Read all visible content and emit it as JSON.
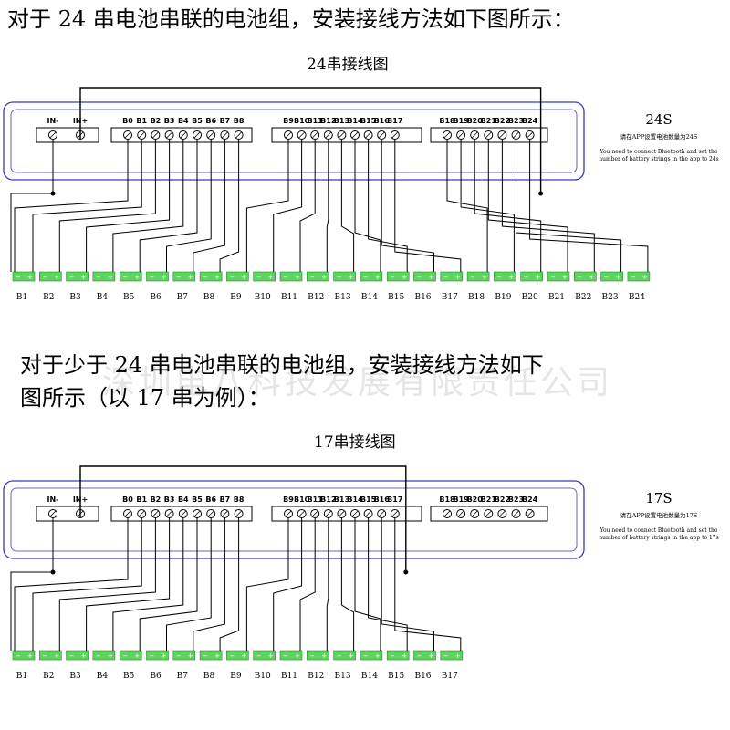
{
  "heading_24": "对于 24 串电池串联的电池组，安装接线方法如下图所示：",
  "heading_17_line1": "对于少于 24 串电池串联的电池组，安装接线方法如下",
  "heading_17_line2": "图所示（以 17 串为例）：",
  "watermark": "深圳电八科技发展有限责任公司",
  "diagrams": [
    {
      "title": "24串接线图",
      "badge": "24S",
      "note_cn": "请在APP设置电池数量为24S",
      "note_en_1": "You need to connect Bluetooth and set the",
      "note_en_2": "number of battery strings in the app to 24s",
      "series": 24
    },
    {
      "title": "17串接线图",
      "badge": "17S",
      "note_cn": "请在APP设置电池数量为17S",
      "note_en_1": "You need to connect Bluetooth and set the",
      "note_en_2": "number of battery strings in the app to 17s",
      "series": 17
    }
  ],
  "terminal_labels": {
    "group1": [
      "IN-",
      "IN+"
    ],
    "group2": [
      "B0",
      "B1",
      "B2",
      "B3",
      "B4",
      "B5",
      "B6",
      "B7",
      "B8"
    ],
    "group3": [
      "B9",
      "B10",
      "B11",
      "B12",
      "B13",
      "B14",
      "B15",
      "B16",
      "B17"
    ],
    "group4": [
      "B18",
      "B19",
      "B20",
      "B21",
      "B22",
      "B23",
      "B24"
    ]
  },
  "cell_labels": [
    "B1",
    "B2",
    "B3",
    "B4",
    "B5",
    "B6",
    "B7",
    "B8",
    "B9",
    "B10",
    "B11",
    "B12",
    "B13",
    "B14",
    "B15",
    "B16",
    "B17",
    "B18",
    "B19",
    "B20",
    "B21",
    "B22",
    "B23",
    "B24"
  ],
  "colors": {
    "board": "#3a3ab8",
    "cell": "#5fd35f",
    "wire": "#000000"
  }
}
